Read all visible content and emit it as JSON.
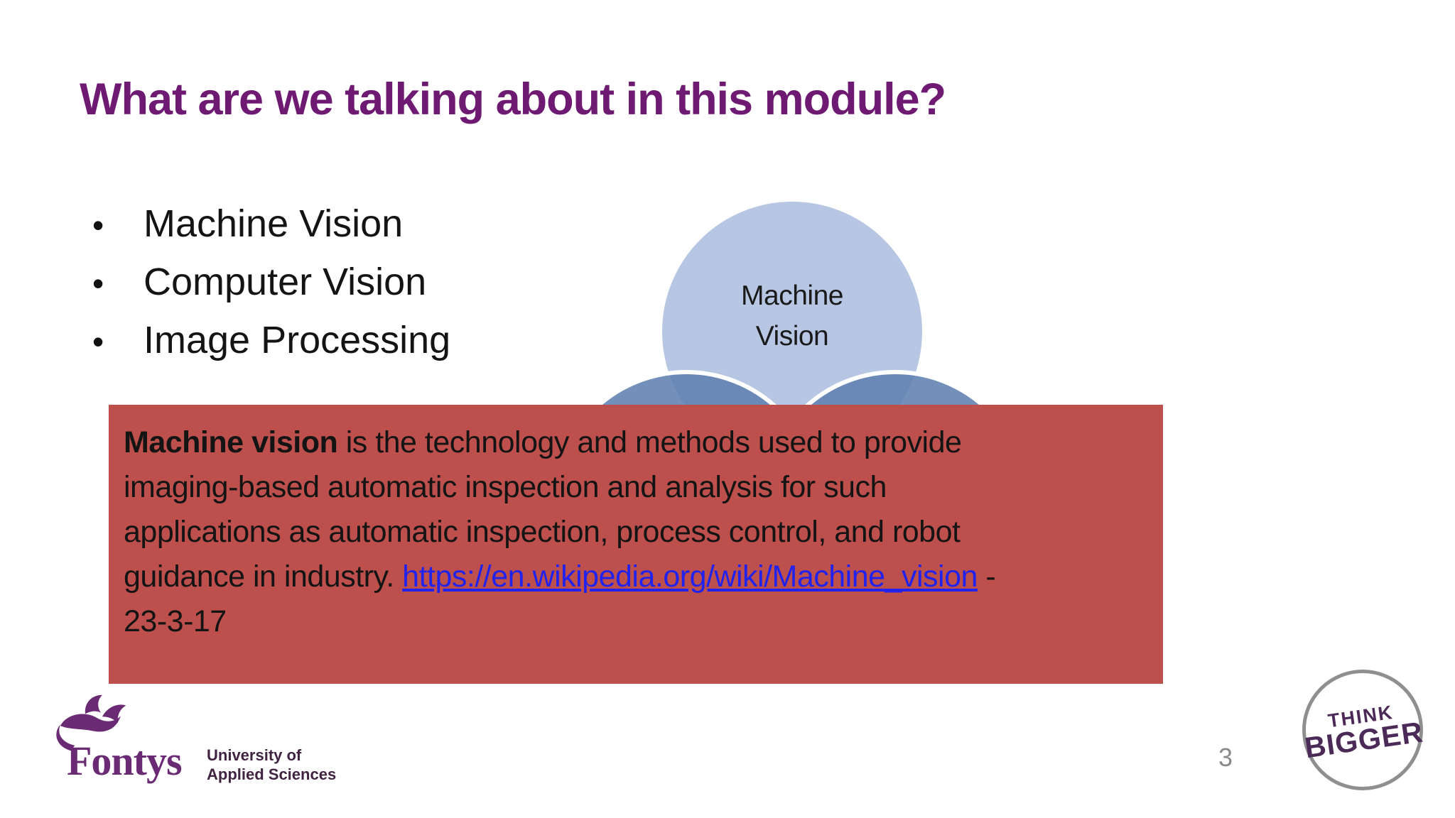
{
  "slide": {
    "title": "What are we talking about in this module?",
    "page_number": "3"
  },
  "bullets": {
    "marker": "•",
    "items": [
      "Machine Vision",
      "Computer Vision",
      "Image Processing"
    ]
  },
  "venn": {
    "top_circle_label": "Machine\nVision",
    "colors": {
      "top_circle": "#b6c6e3",
      "lower_circles": "#7b97c2",
      "circle_border": "#ffffff"
    }
  },
  "definition": {
    "lead_bold": "Machine vision",
    "line1_rest": " is the technology and methods used to provide",
    "line2": "imaging-based automatic inspection and analysis for such",
    "line3": "applications as automatic inspection, process control, and robot",
    "line4_pre": "guidance in industry. ",
    "link_text": "https://en.wikipedia.org/wiki/Machine_vision",
    "line4_post": " -",
    "line5": "23-3-17",
    "background": "#bd4f4c",
    "link_color": "#2222ee"
  },
  "footer": {
    "logo_text": "Fontys",
    "logo_subtitle_line1": "University of",
    "logo_subtitle_line2": "Applied Sciences",
    "badge_line1": "THINK",
    "badge_line2": "BIGGER"
  },
  "colors": {
    "title": "#6f1a72",
    "logo_purple": "#6b2a74",
    "page_number": "#8a8a8a"
  }
}
